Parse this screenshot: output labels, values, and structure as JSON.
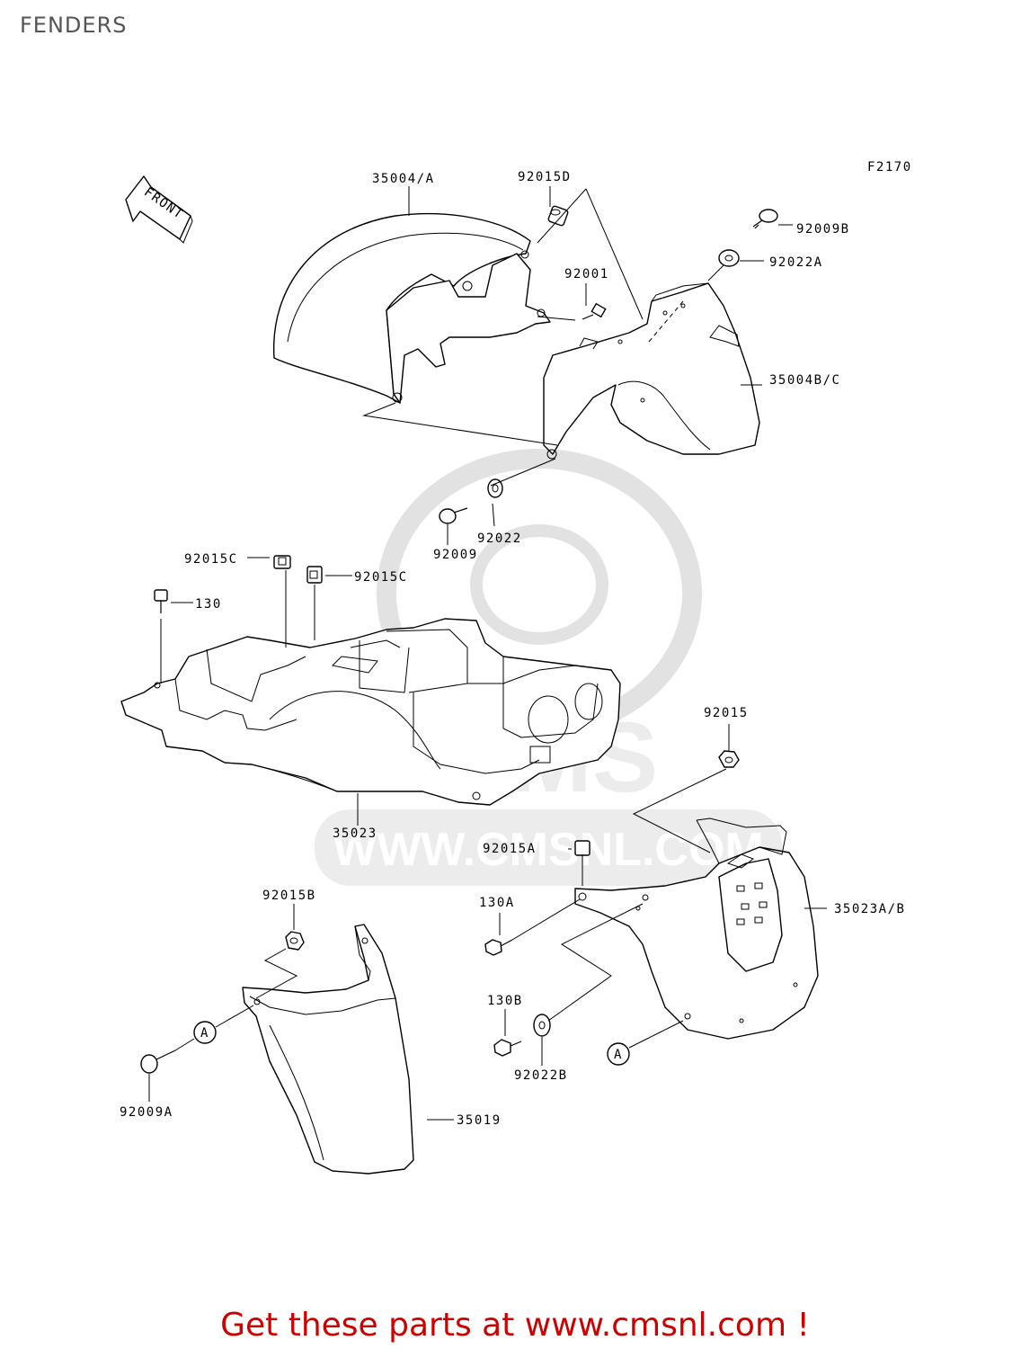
{
  "page": {
    "title": "FENDERS",
    "figure_code": "F2170"
  },
  "direction_marker": {
    "label": "FRONT"
  },
  "callouts": {
    "p35004a": "35004/A",
    "p92015d": "92015D",
    "p92009b": "92009B",
    "p92022a": "92022A",
    "p92001": "92001",
    "p35004bc": "35004B/C",
    "p92009": "92009",
    "p92022": "92022",
    "p92015c_1": "92015C",
    "p92015c_2": "92015C",
    "p130": "130",
    "p35023": "35023",
    "p92015": "92015",
    "p92015a": "92015A",
    "p35023ab": "35023A/B",
    "p130a": "130A",
    "p92015b": "92015B",
    "p130b": "130B",
    "p92022b": "92022B",
    "p92009a": "92009A",
    "p35019": "35019"
  },
  "reference_marks": [
    "A",
    "A"
  ],
  "watermark": {
    "text": "WWW.CMSNL.COM",
    "brand": "CMS",
    "color": "#dddddd"
  },
  "footer": {
    "text": "Get these parts at www.cmsnl.com !",
    "color": "#cc0000"
  }
}
